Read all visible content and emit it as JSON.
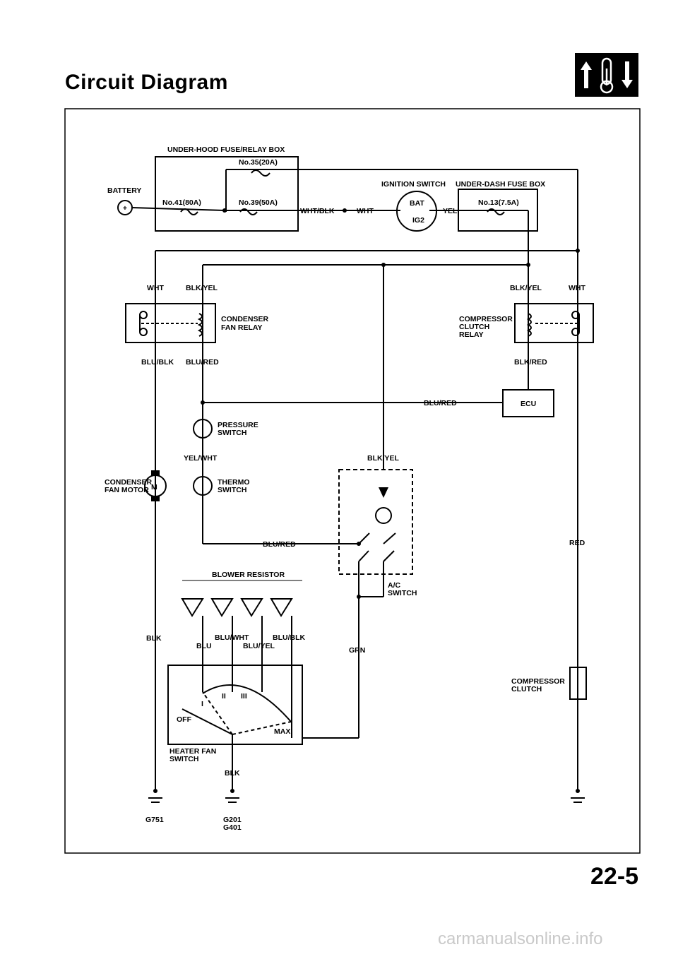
{
  "page": {
    "title": "Circuit Diagram",
    "page_number": "22-5",
    "watermark": "carmanualsonline.info"
  },
  "section_icon": {
    "name": "hvac-temperature-icon"
  },
  "labels": {
    "underhood_box": "UNDER-HOOD FUSE/RELAY BOX",
    "fuse_35": "No.35(20A)",
    "fuse_41": "No.41(80A)",
    "fuse_39": "No.39(50A)",
    "battery": "BATTERY",
    "ignition_switch": "IGNITION SWITCH",
    "underdash_box": "UNDER-DASH FUSE BOX",
    "fuse_13": "No.13(7.5A)",
    "bat": "BAT",
    "ig2": "IG2",
    "wht_blk": "WHT/BLK",
    "wht_1": "WHT",
    "yel_1": "YEL",
    "wht_left": "WHT",
    "blk_yel_left": "BLK/YEL",
    "blk_yel_right": "BLK/YEL",
    "wht_right": "WHT",
    "condenser_fan_relay_1": "CONDENSER",
    "condenser_fan_relay_2": "FAN RELAY",
    "compressor_relay_1": "COMPRESSOR",
    "compressor_relay_2": "CLUTCH",
    "compressor_relay_3": "RELAY",
    "blu_blk_1": "BLU/BLK",
    "blu_red_1": "BLU/RED",
    "blk_red": "BLK/RED",
    "blu_red_2": "BLU/RED",
    "ecu": "ECU",
    "pressure_switch_1": "PRESSURE",
    "pressure_switch_2": "SWITCH",
    "yel_wht": "YEL/WHT",
    "blk_yel_mid": "BLK/YEL",
    "condenser_fan_motor_1": "CONDENSER",
    "condenser_fan_motor_2": "FAN MOTOR",
    "motor_m": "M",
    "thermo_switch_1": "THERMO",
    "thermo_switch_2": "SWITCH",
    "blu_red_3": "BLU/RED",
    "red": "RED",
    "blower_resistor": "BLOWER RESISTOR",
    "ac_switch_1": "A/C",
    "ac_switch_2": "SWITCH",
    "blk_left": "BLK",
    "blu_wht": "BLU/WHT",
    "blu_blk_2": "BLU/BLK",
    "blu": "BLU",
    "blu_yel": "BLU/YEL",
    "grn": "GRN",
    "compressor_clutch_1": "COMPRESSOR",
    "compressor_clutch_2": "CLUTCH",
    "sw_i": "I",
    "sw_ii": "II",
    "sw_iii": "III",
    "off": "OFF",
    "max": "MAX",
    "heater_fan_switch_1": "HEATER FAN",
    "heater_fan_switch_2": "SWITCH",
    "blk_bottom": "BLK",
    "g751": "G751",
    "g201": "G201",
    "g401": "G401"
  }
}
